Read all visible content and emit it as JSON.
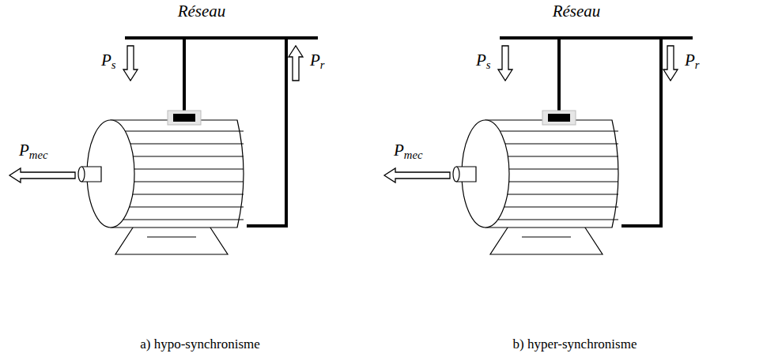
{
  "diagram": {
    "labels": [
      "Réseau",
      "Ps",
      "Pr",
      "Pmec",
      "a) hypo-synchronisme",
      "Réseau",
      "Ps",
      "Pr",
      "Pmec",
      "b) hyper-synchronisme"
    ]
  }
}
